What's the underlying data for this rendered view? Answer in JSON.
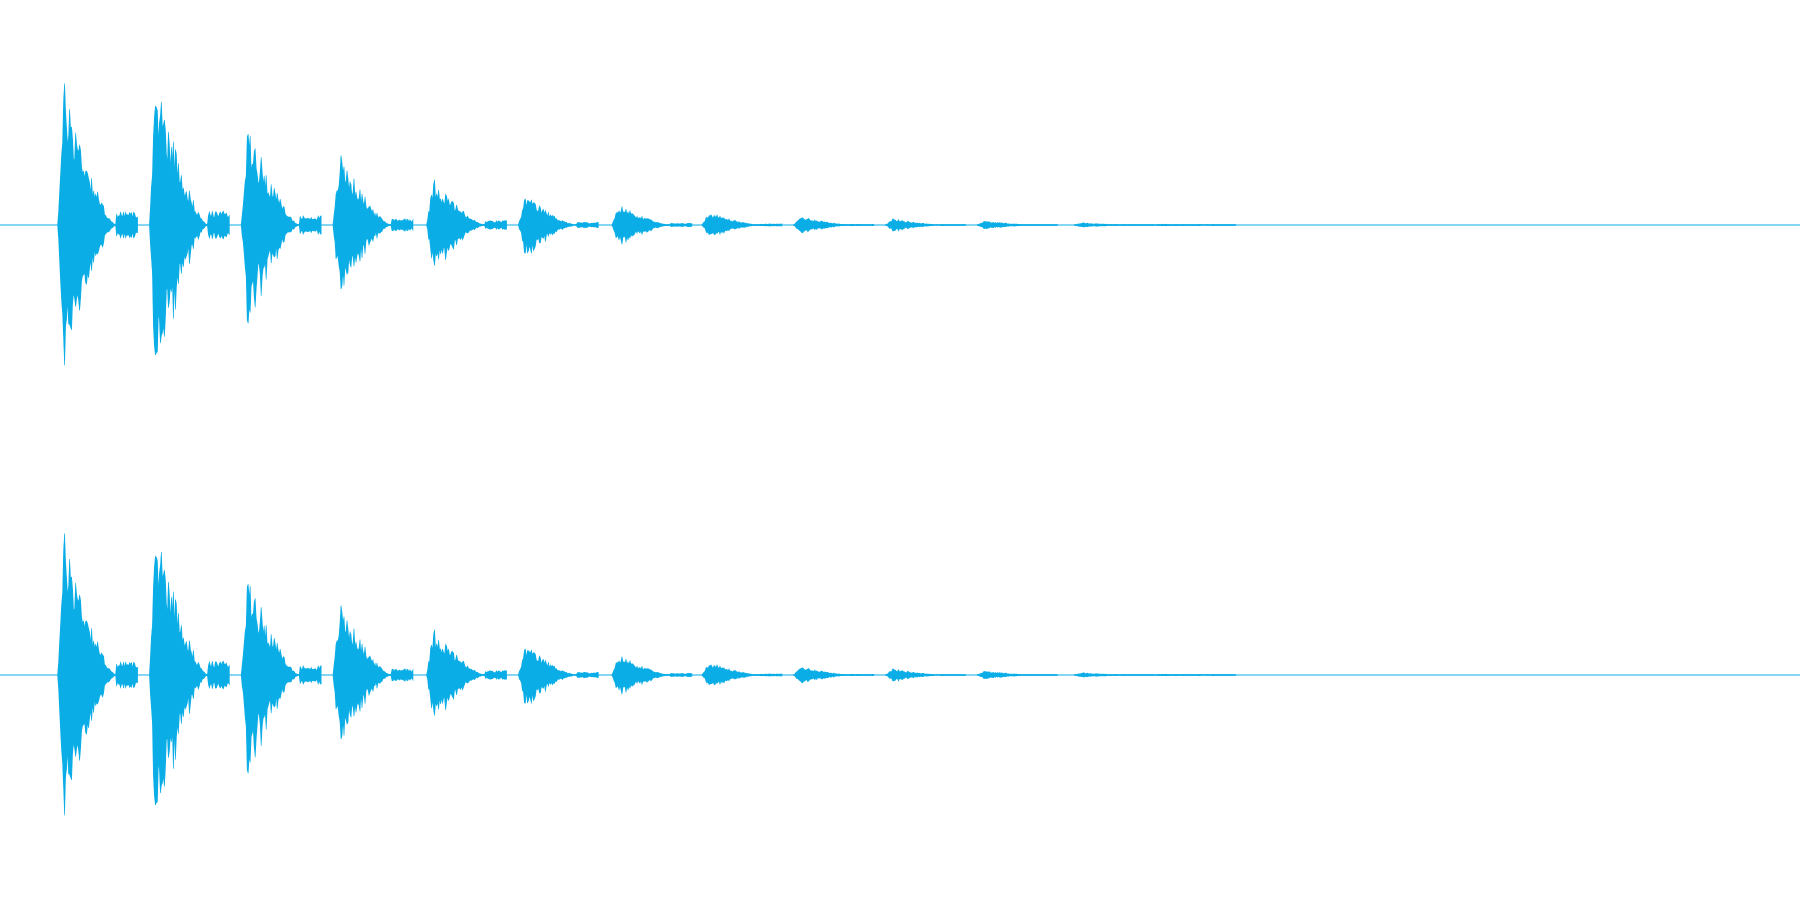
{
  "colors": {
    "background": "#ffffff",
    "waveform": "#0aade6"
  },
  "chart_data": {
    "type": "area",
    "title": "",
    "xlabel": "",
    "ylabel": "",
    "description_channels": 2,
    "x_range": [
      0,
      1
    ],
    "amplitude_range": [
      -1,
      1
    ],
    "grid": false,
    "legend": "none",
    "series": [
      {
        "channel": 1,
        "bursts": [
          {
            "x": 0.032,
            "peak": 0.92
          },
          {
            "x": 0.083,
            "peak": 0.96
          },
          {
            "x": 0.134,
            "peak": 0.65
          },
          {
            "x": 0.185,
            "peak": 0.46
          },
          {
            "x": 0.237,
            "peak": 0.3
          },
          {
            "x": 0.288,
            "peak": 0.19
          },
          {
            "x": 0.34,
            "peak": 0.13
          },
          {
            "x": 0.39,
            "peak": 0.08
          },
          {
            "x": 0.441,
            "peak": 0.055
          },
          {
            "x": 0.492,
            "peak": 0.04
          },
          {
            "x": 0.543,
            "peak": 0.025
          },
          {
            "x": 0.597,
            "peak": 0.015
          },
          {
            "x": 0.642,
            "peak": 0.006
          }
        ]
      },
      {
        "channel": 2,
        "bursts": [
          {
            "x": 0.032,
            "peak": 0.92
          },
          {
            "x": 0.083,
            "peak": 0.96
          },
          {
            "x": 0.134,
            "peak": 0.65
          },
          {
            "x": 0.185,
            "peak": 0.46
          },
          {
            "x": 0.237,
            "peak": 0.3
          },
          {
            "x": 0.288,
            "peak": 0.19
          },
          {
            "x": 0.34,
            "peak": 0.13
          },
          {
            "x": 0.39,
            "peak": 0.08
          },
          {
            "x": 0.441,
            "peak": 0.055
          },
          {
            "x": 0.492,
            "peak": 0.04
          },
          {
            "x": 0.543,
            "peak": 0.025
          },
          {
            "x": 0.597,
            "peak": 0.015
          },
          {
            "x": 0.642,
            "peak": 0.006
          }
        ]
      }
    ]
  }
}
